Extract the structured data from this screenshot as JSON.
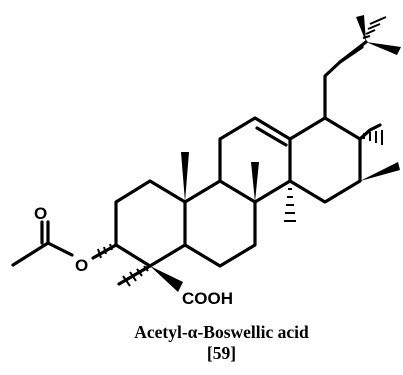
{
  "molecule": {
    "name": "Acetyl-α-Boswellic acid",
    "reference": "[59]",
    "labels": {
      "carbonyl_oxygen": "O",
      "ester_oxygen": "O",
      "acid_group": "COOH"
    }
  }
}
